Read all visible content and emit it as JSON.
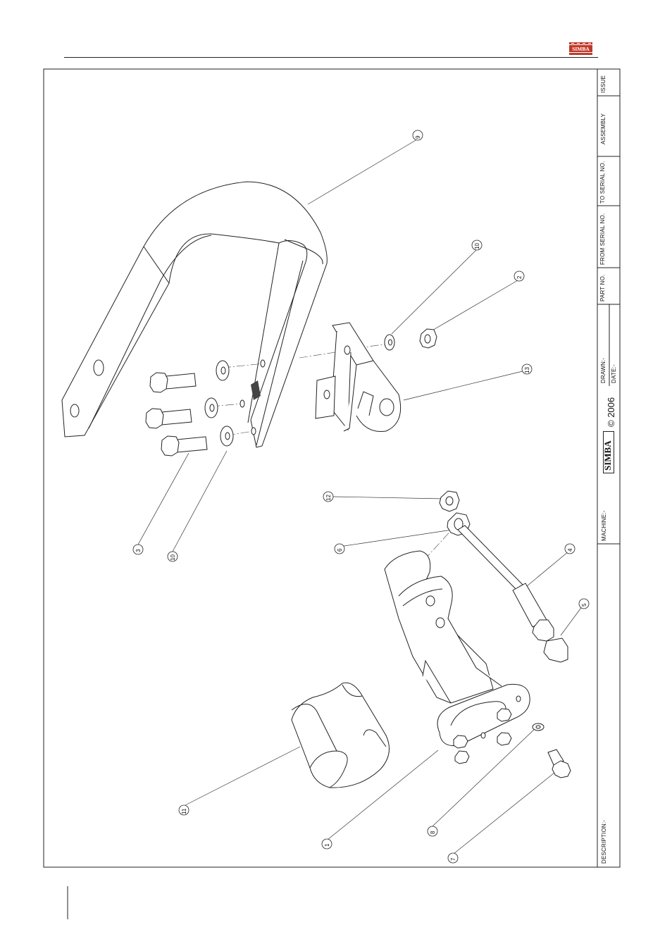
{
  "header": {
    "logo_text": "SIMBA",
    "accent_color": "#c0392b"
  },
  "title_block": {
    "description_label": "DESCRIPTION:-",
    "machine_label": "MACHINE:-",
    "brand_text": "SIMBA",
    "copyright": "© 2006",
    "drawn_label": "DRAWN:-",
    "date_label": "DATE:-",
    "part_no_label": "PART NO.",
    "from_serial_label": "FROM SERIAL NO.",
    "to_serial_label": "TO SERIAL NO.",
    "assembly_label": "ASSEMBLY",
    "issue_label": "ISSUE"
  },
  "balloons": [
    "9",
    "10",
    "2",
    "13",
    "3",
    "10",
    "12",
    "6",
    "4",
    "5",
    "11",
    "1",
    "8",
    "7"
  ]
}
